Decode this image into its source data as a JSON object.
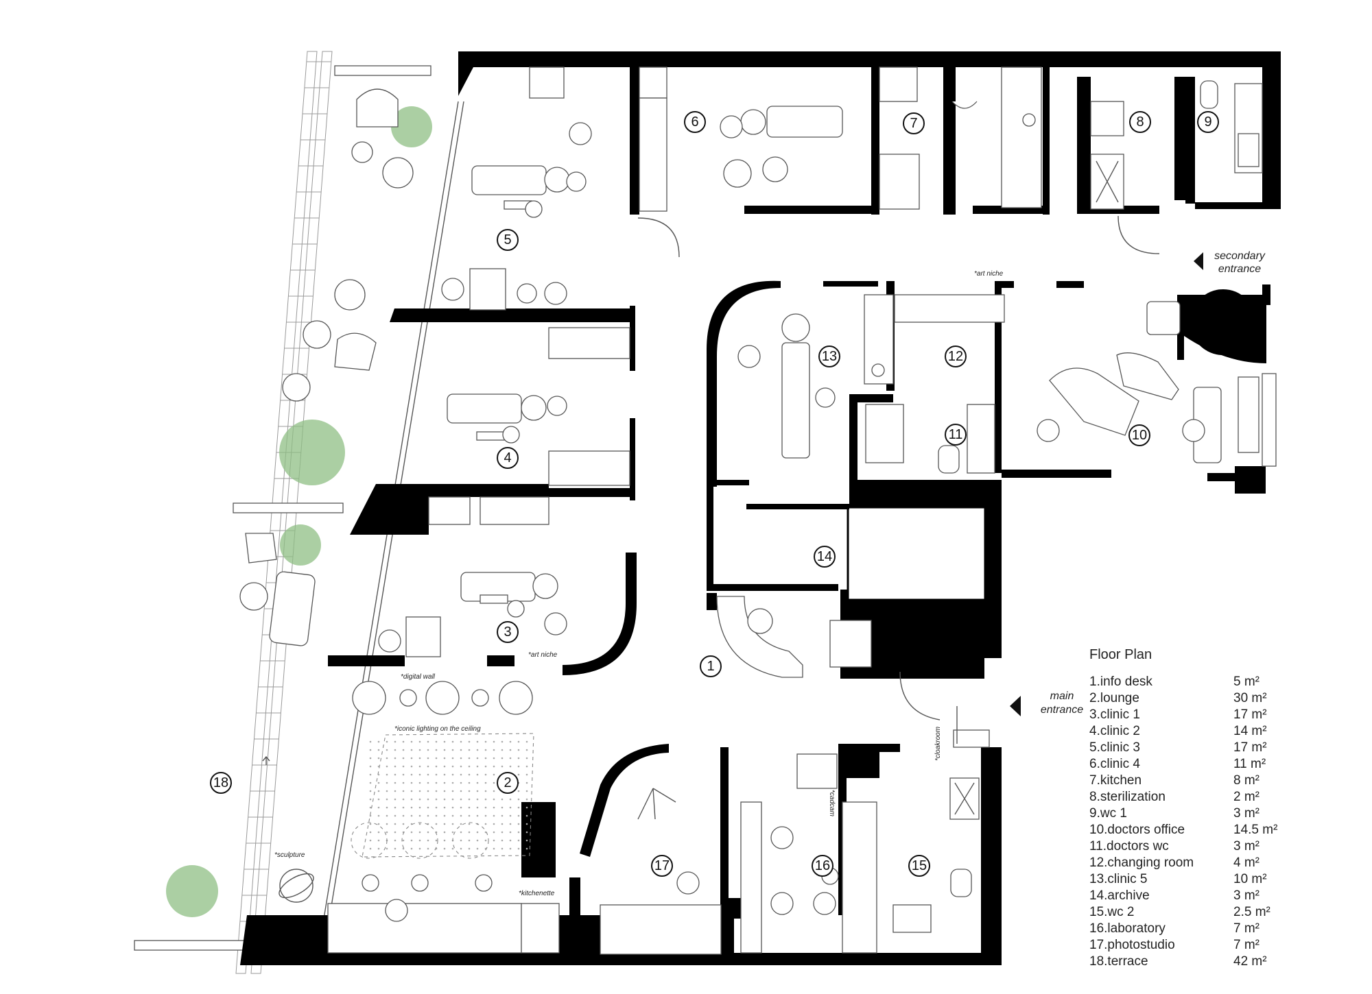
{
  "legend": {
    "title": "Floor Plan",
    "rooms": [
      {
        "id": 1,
        "name": "1.info desk",
        "area": "5 m²"
      },
      {
        "id": 2,
        "name": "2.lounge",
        "area": "30 m²"
      },
      {
        "id": 3,
        "name": "3.clinic 1",
        "area": "17 m²"
      },
      {
        "id": 4,
        "name": "4.clinic 2",
        "area": "14 m²"
      },
      {
        "id": 5,
        "name": "5.clinic 3",
        "area": "17 m²"
      },
      {
        "id": 6,
        "name": "6.clinic 4",
        "area": "11 m²"
      },
      {
        "id": 7,
        "name": "7.kitchen",
        "area": "8 m²"
      },
      {
        "id": 8,
        "name": "8.sterilization",
        "area": "2 m²"
      },
      {
        "id": 9,
        "name": "9.wc 1",
        "area": "3 m²"
      },
      {
        "id": 10,
        "name": "10.doctors office",
        "area": "14.5 m²"
      },
      {
        "id": 11,
        "name": "11.doctors wc",
        "area": "3 m²"
      },
      {
        "id": 12,
        "name": "12.changing room",
        "area": "4 m²"
      },
      {
        "id": 13,
        "name": "13.clinic 5",
        "area": "10 m²"
      },
      {
        "id": 14,
        "name": "14.archive",
        "area": "3 m²"
      },
      {
        "id": 15,
        "name": "15.wc 2",
        "area": "2.5 m²"
      },
      {
        "id": 16,
        "name": "16.laboratory",
        "area": "7 m²"
      },
      {
        "id": 17,
        "name": "17.photostudio",
        "area": "7 m²"
      },
      {
        "id": 18,
        "name": "18.terrace",
        "area": "42 m²"
      }
    ]
  },
  "entrances": {
    "secondary": [
      "secondary",
      "entrance"
    ],
    "main": [
      "main",
      "entrance"
    ]
  },
  "notes": {
    "art_niche_top": "*art niche",
    "art_niche_clinic1": "*art niche",
    "digital_wall": "*digital wall",
    "iconic_lighting": "*iconic lighting on the ceiling",
    "sculpture": "*sculpture",
    "kitchenette": "*kitchenette",
    "cadcam": "*cadcam",
    "cloakroom": "*cloakroom"
  },
  "room_numbers": [
    "1",
    "2",
    "3",
    "4",
    "5",
    "6",
    "7",
    "8",
    "9",
    "10",
    "11",
    "12",
    "13",
    "14",
    "15",
    "16",
    "17",
    "18"
  ]
}
